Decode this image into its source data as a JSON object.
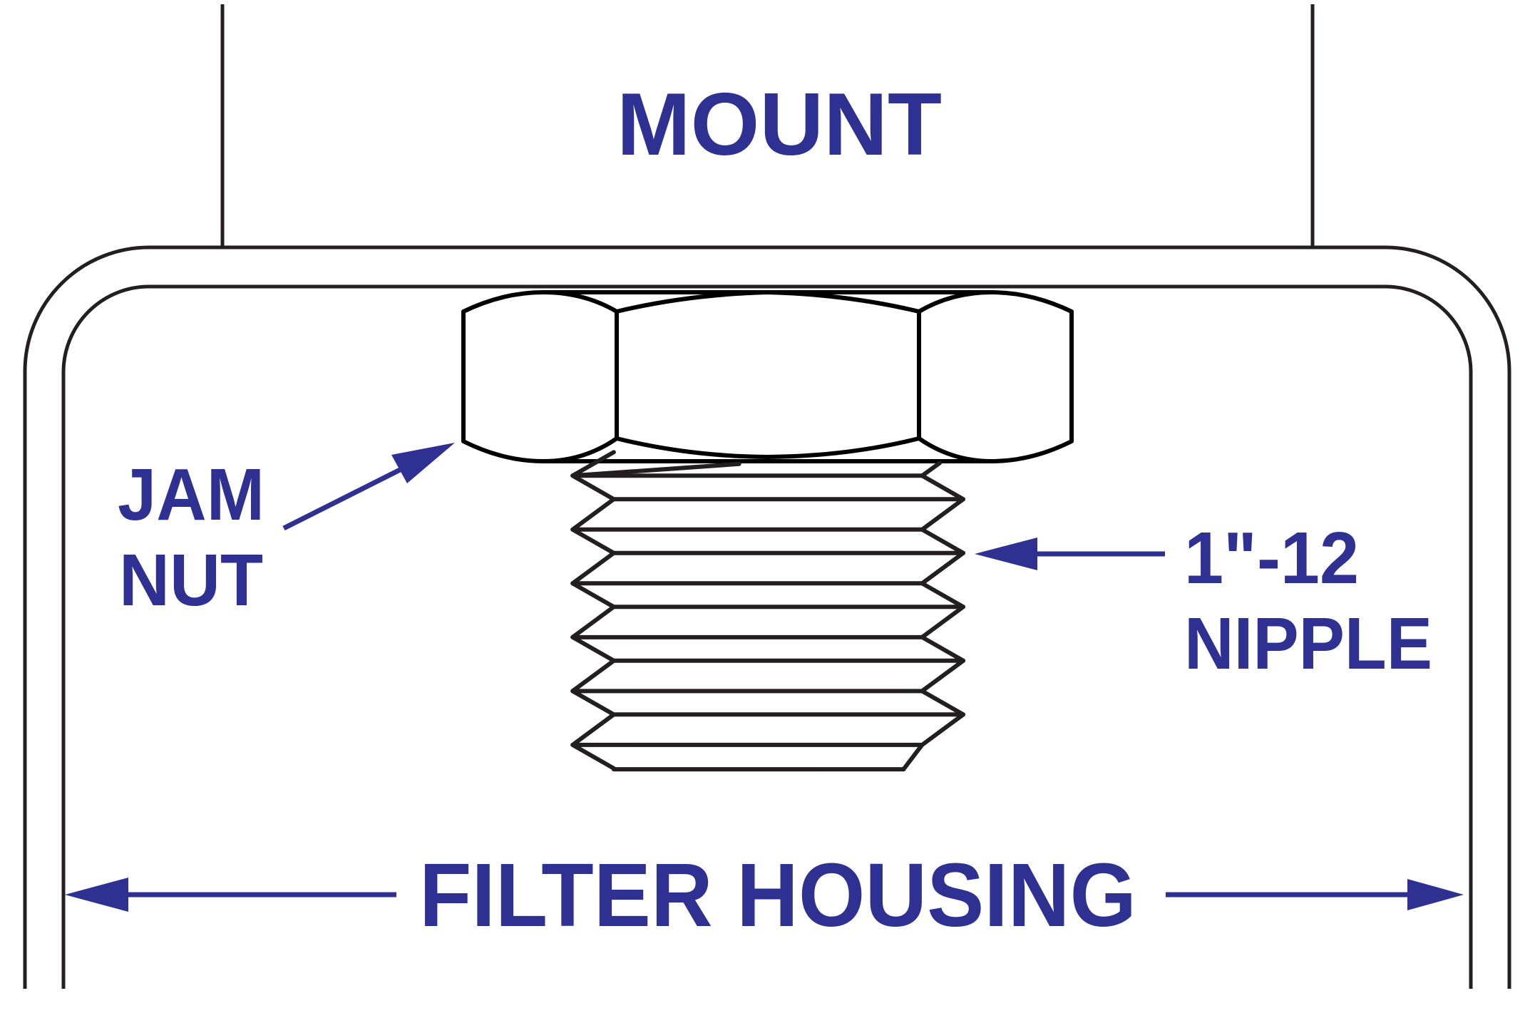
{
  "diagram": {
    "title": "Jam nut and nipple mounting of filter housing",
    "colors": {
      "label": "#2e3192",
      "line": "#231f20",
      "background": "#ffffff"
    },
    "labels": {
      "mount": "MOUNT",
      "jam_nut_line1": "JAM",
      "jam_nut_line2": "NUT",
      "nipple_line1": "1\"-12",
      "nipple_line2": "NIPPLE",
      "filter_housing": "FILTER HOUSING"
    },
    "components": [
      {
        "id": "mount",
        "label": "MOUNT"
      },
      {
        "id": "jam-nut",
        "label": "JAM NUT"
      },
      {
        "id": "nipple",
        "label": "1\"-12 NIPPLE",
        "thread_spec": "1\"-12"
      },
      {
        "id": "filter-housing",
        "label": "FILTER HOUSING"
      }
    ],
    "arrows": [
      {
        "from": "jam-nut-label",
        "to": "jam-nut",
        "icon": "arrow-up-right-icon"
      },
      {
        "from": "nipple-label",
        "to": "nipple",
        "icon": "arrow-left-icon"
      },
      {
        "from": "filter-housing-label",
        "to": "housing-left-wall",
        "icon": "arrow-left-icon"
      },
      {
        "from": "filter-housing-label",
        "to": "housing-right-wall",
        "icon": "arrow-right-icon"
      }
    ]
  }
}
